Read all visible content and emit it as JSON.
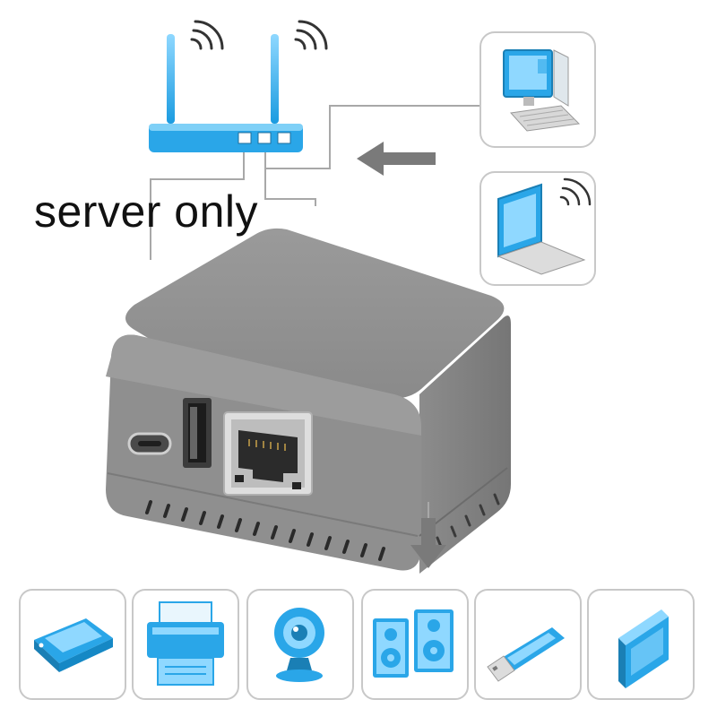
{
  "caption": "server only",
  "colors": {
    "accent_blue": "#2aa6e8",
    "accent_light": "#9fdcfa",
    "device_gray": "#8f8f8f",
    "device_shadow": "#6f6f6f",
    "box_border": "#c8c8c8",
    "arrow_gray": "#7a7a7a",
    "wire_gray": "#a8a8a8"
  },
  "diagram": {
    "hub": {
      "icon": "router-icon",
      "antennas": 2,
      "ports": 3
    },
    "clients": [
      {
        "icon": "desktop-computer-icon"
      },
      {
        "icon": "laptop-wifi-icon"
      }
    ],
    "device": {
      "icon": "print-server-icon",
      "ports": [
        "usb-c-port",
        "usb-a-port",
        "ethernet-port"
      ]
    },
    "peripherals": [
      {
        "icon": "scanner-icon"
      },
      {
        "icon": "printer-icon"
      },
      {
        "icon": "webcam-icon"
      },
      {
        "icon": "speakers-icon"
      },
      {
        "icon": "usb-stick-icon"
      },
      {
        "icon": "hard-drive-icon"
      }
    ]
  }
}
